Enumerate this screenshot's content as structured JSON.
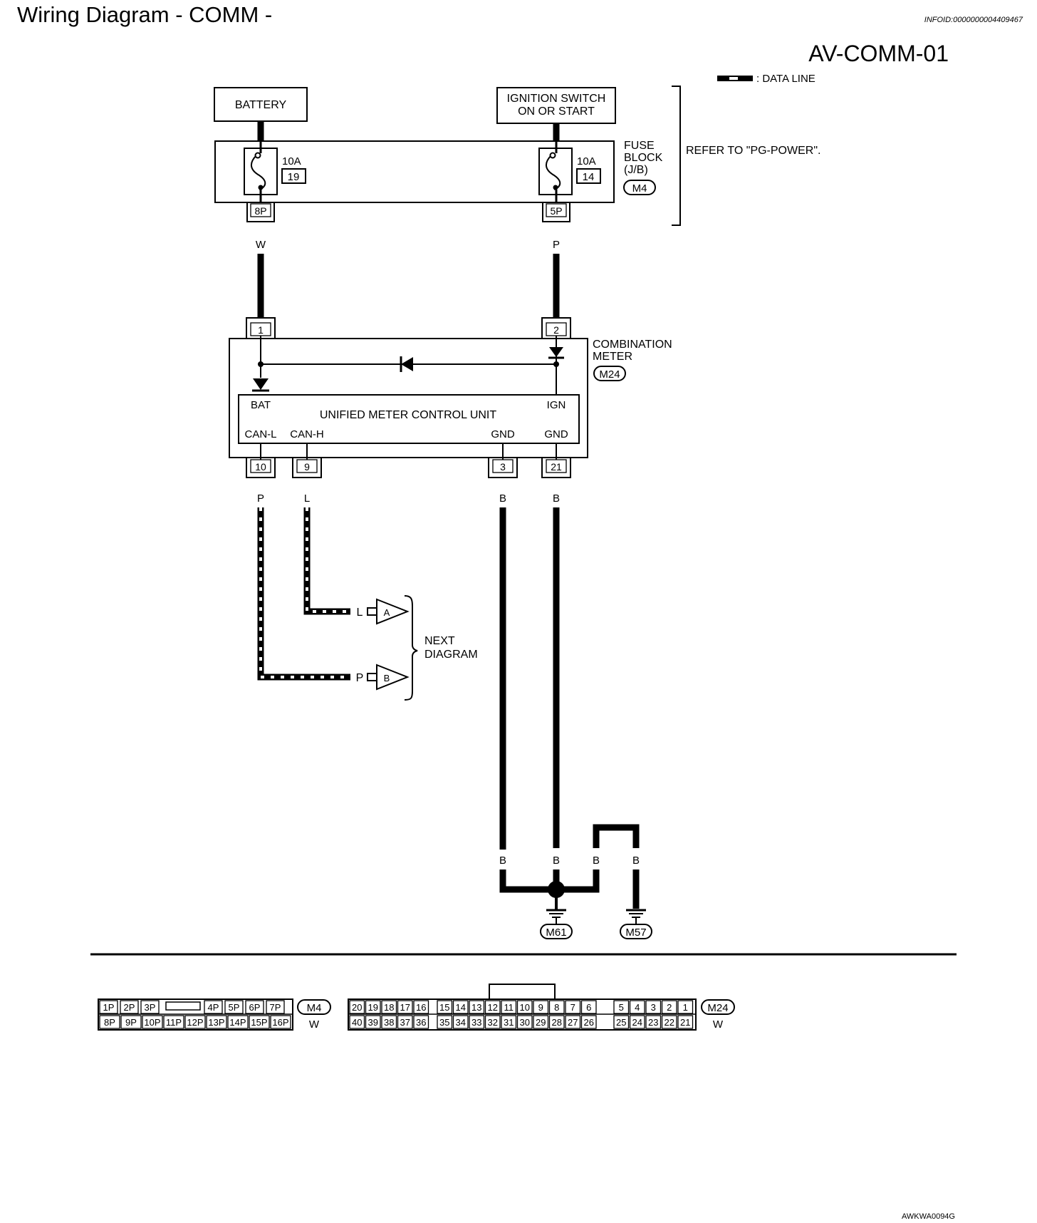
{
  "header": {
    "title": "Wiring Diagram - COMM -",
    "info_id": "INFOID:0000000004409467",
    "diagram_code": "AV-COMM-01"
  },
  "legend": {
    "data_line_label": ": DATA LINE"
  },
  "power": {
    "battery_label": "BATTERY",
    "ignition_line1": "IGNITION SWITCH",
    "ignition_line2": "ON OR START",
    "fuse_block": {
      "line1": "FUSE",
      "line2": "BLOCK",
      "line3": "(J/B)",
      "connector": "M4",
      "refer_text": "REFER TO \"PG-POWER\"."
    },
    "fuses": [
      {
        "amp": "10A",
        "number": "19",
        "pin": "8P",
        "wire_color": "W"
      },
      {
        "amp": "10A",
        "number": "14",
        "pin": "5P",
        "wire_color": "P"
      }
    ]
  },
  "combination_meter": {
    "name_line1": "COMBINATION",
    "name_line2": "METER",
    "connector": "M24",
    "control_unit": "UNIFIED METER CONTROL UNIT",
    "top_pins": [
      "1",
      "2"
    ],
    "terminals": {
      "bat": "BAT",
      "ign": "IGN",
      "can_l": "CAN-L",
      "can_h": "CAN-H",
      "gnd1": "GND",
      "gnd2": "GND"
    },
    "bottom_pins": [
      {
        "pin": "10",
        "wire_color": "P"
      },
      {
        "pin": "9",
        "wire_color": "L"
      },
      {
        "pin": "3",
        "wire_color": "B"
      },
      {
        "pin": "21",
        "wire_color": "B"
      }
    ]
  },
  "next_diagram": {
    "line1": "NEXT",
    "line2": "DIAGRAM",
    "refs": [
      {
        "wire_color": "L",
        "marker": "A"
      },
      {
        "wire_color": "P",
        "marker": "B"
      }
    ]
  },
  "grounds": {
    "wire_labels": [
      "B",
      "B",
      "B",
      "B"
    ],
    "points": [
      "M61",
      "M57"
    ]
  },
  "connector_views": {
    "m4": {
      "top": [
        "1P",
        "2P",
        "3P",
        "",
        "4P",
        "5P",
        "6P",
        "7P"
      ],
      "bottom": [
        "8P",
        "9P",
        "10P",
        "11P",
        "12P",
        "13P",
        "14P",
        "15P",
        "16P"
      ],
      "name": "M4",
      "color": "W"
    },
    "m24": {
      "top_group1": [
        "20",
        "19",
        "18",
        "17",
        "16"
      ],
      "top_group2": [
        "15",
        "14",
        "13",
        "12",
        "11",
        "10",
        "9",
        "8",
        "7",
        "6"
      ],
      "top_group3": [
        "5",
        "4",
        "3",
        "2",
        "1"
      ],
      "bottom_group1": [
        "40",
        "39",
        "38",
        "37",
        "36"
      ],
      "bottom_group2": [
        "35",
        "34",
        "33",
        "32",
        "31",
        "30",
        "29",
        "28",
        "27",
        "26"
      ],
      "bottom_group3": [
        "25",
        "24",
        "23",
        "22",
        "21"
      ],
      "name": "M24",
      "color": "W"
    }
  },
  "footer_code": "AWKWA0094G"
}
